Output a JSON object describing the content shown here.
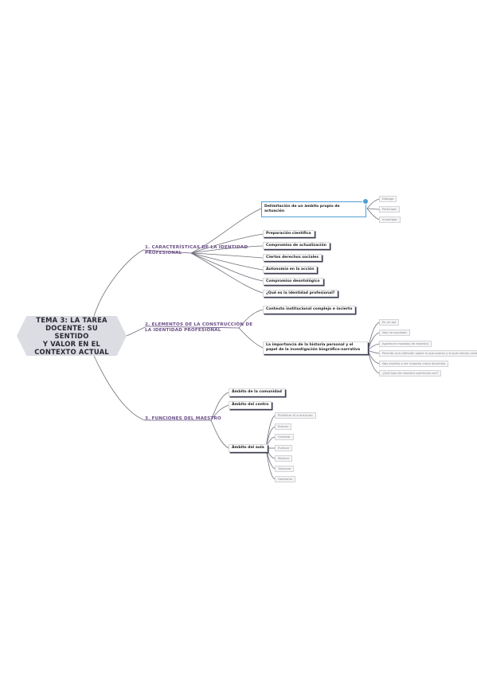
{
  "central": "TEMA 3: LA TAREA\nDOCENTE: SU SENTIDO\nY VALOR EN EL\nCONTEXTO ACTUAL",
  "branches": {
    "caracteristicas": "1. CARACTERÍSTICAS DE LA IDENTIDAD\nPROFESIONAL",
    "elementos": "2. ELEMENTOS DE LA CONSTRUCCIÓN DE\nLA IDENTIDAD PROFESIONAL",
    "funciones": "3. FUNCIONES DEL MAESTRO"
  },
  "topics": {
    "delimitacion": "Delimitación de un ámbito propio de\nactuación",
    "preparacion": "Preparación científica",
    "compromiso": "Compromiso de actualización",
    "ciertos": "Ciertos derechos sociales",
    "autonomia": "Autonomía en la acción",
    "deontologico": "Compromiso deontológico",
    "que_es": "¿Qué es la identidad profesional?",
    "contexto": "Contexto institucional complejo e incierto",
    "historia": "La importancia de la historia personal y el\npapel de la investigación biográfico-narrativa",
    "comunidad": "Ámbito de la comunidad",
    "centro": "Ámbito del centro",
    "aula": "Ámbito del aula"
  },
  "leaves": {
    "delimitacion": [
      "Diálogo",
      "Participar",
      "Investigar"
    ],
    "historia": [
      "Es un eje",
      "Nos ha ayudado",
      "Aparecen modelos de maestro",
      "Permite una reflexión sobre lo que somos y lo que hemos vivido",
      "Nos enseña a ser mejores como docentes",
      "¿Qué tipo de maestro queremos ser?"
    ],
    "aula": [
      "Planificar el curriculum",
      "Educar",
      "Orientar",
      "Evaluar",
      "Motivar",
      "Tutorizar",
      "Gestionar"
    ]
  }
}
